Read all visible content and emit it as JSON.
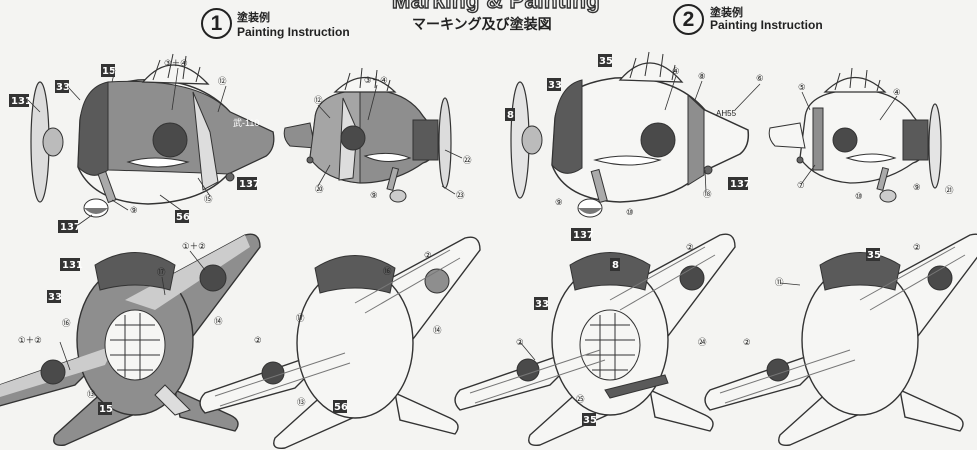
{
  "header": {
    "title": "Marking & Painting",
    "subtitle": "マーキング及び塗装図"
  },
  "schemes": [
    {
      "number": "1",
      "jp": "塗装例",
      "en": "Painting Instruction"
    },
    {
      "number": "2",
      "jp": "塗装例",
      "en": "Painting Instruction"
    }
  ],
  "markings": {
    "s1": "武-110",
    "s2": "AH55"
  },
  "colors": {
    "dark": "#5a5a5a",
    "mid": "#8e8e8e",
    "light": "#bdbdbd",
    "pale": "#f6f6f4",
    "hinomaru": "#4a4a4a",
    "line": "#333333"
  }
}
